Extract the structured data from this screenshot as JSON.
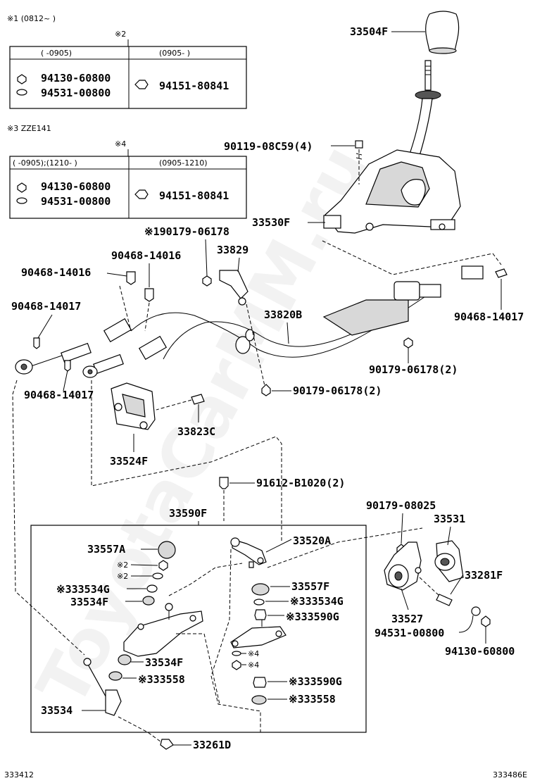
{
  "notes": {
    "note1": "※1 (0812~    )",
    "note2_mark": "※2",
    "note3": "※3 ZZE141",
    "note4_mark": "※4"
  },
  "table1": {
    "col1_header": "(    -0905)",
    "col2_header": "(0905-    )",
    "col1_parts": [
      "94130-60800",
      "94531-00800"
    ],
    "col2_parts": [
      "94151-80841"
    ]
  },
  "table2": {
    "col1_header": "(    -0905);(1210-    )",
    "col2_header": "(0905-1210)",
    "col1_parts": [
      "94130-60800",
      "94531-00800"
    ],
    "col2_parts": [
      "94151-80841"
    ]
  },
  "labels": {
    "p33504F": "33504F",
    "p90119": "90119-08C59(4)",
    "p33530F": "33530F",
    "p90179_top": "※190179-06178",
    "p33829": "33829",
    "p90468_a": "90468-14016",
    "p90468_b": "90468-14016",
    "p90468_c": "90468-14017",
    "p33820B": "33820B",
    "p90468_right": "90468-14017",
    "p90179_2a": "90179-06178(2)",
    "p90468_d": "90468-14017",
    "p90179_2b": "90179-06178(2)",
    "p33823C": "33823C",
    "p33524F": "33524F",
    "p91612": "91612-B1020(2)",
    "p33590F": "33590F",
    "p90179_08025": "90179-08025",
    "p33531": "33531",
    "p33557A": "33557A",
    "p33520A": "33520A",
    "m2a": "※2",
    "m2b": "※2",
    "p33534G_l": "※333534G",
    "p33534F_l": "33534F",
    "p33557F": "33557F",
    "p33534G_r": "※333534G",
    "p33590G_a": "※333590G",
    "p33281F": "33281F",
    "p33527": "33527",
    "p94531": "94531-00800",
    "p94130": "94130-60800",
    "m4a": "※4",
    "m4b": "※4",
    "p33534F_b": "33534F",
    "p33558_l": "※333558",
    "p33590G_b": "※333590G",
    "p33558_r": "※333558",
    "p33534": "33534",
    "p33261D": "33261D",
    "code_left": "333412",
    "code_right": "333486E"
  },
  "watermark": "ToyotaCarMM.ru"
}
